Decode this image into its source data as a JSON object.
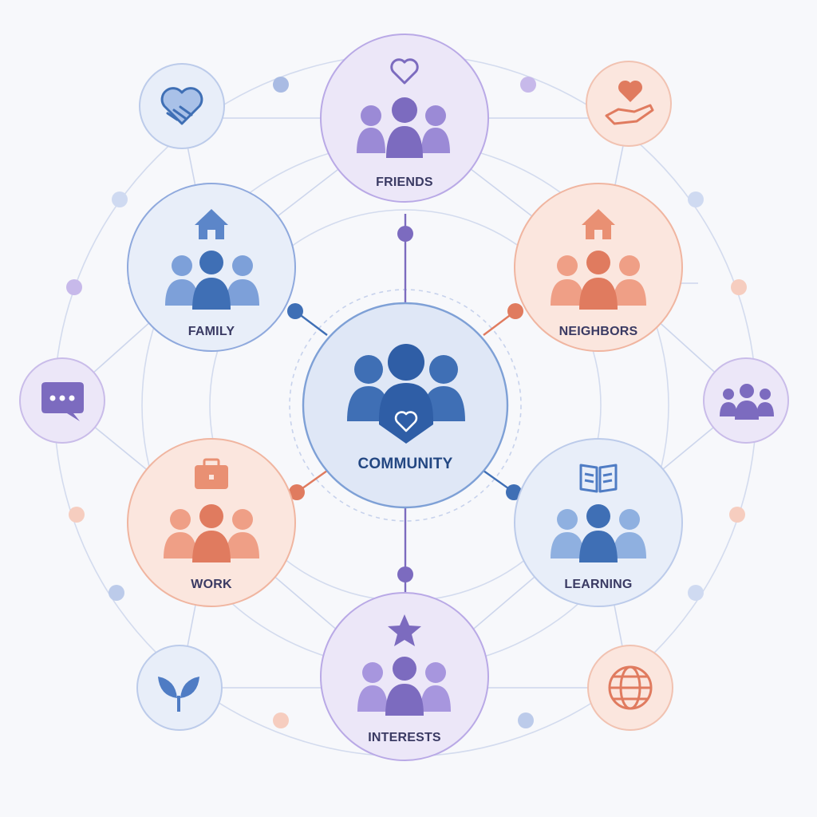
{
  "diagram": {
    "center": {
      "label": "COMMUNITY",
      "icon": "community-people-heart-icon"
    },
    "groups": [
      {
        "key": "friends",
        "label": "FRIENDS",
        "icon": "heart-outline-icon",
        "color": "#7c6bbf"
      },
      {
        "key": "family",
        "label": "FAMILY",
        "icon": "house-icon",
        "color": "#3f6fb5"
      },
      {
        "key": "neighbors",
        "label": "NEIGHBORS",
        "icon": "house-icon",
        "color": "#e07b5f"
      },
      {
        "key": "work",
        "label": "WORK",
        "icon": "briefcase-icon",
        "color": "#e07b5f"
      },
      {
        "key": "learning",
        "label": "LEARNING",
        "icon": "open-book-icon",
        "color": "#3f6fb5"
      },
      {
        "key": "interests",
        "label": "INTERESTS",
        "icon": "star-icon",
        "color": "#7c6bbf"
      }
    ],
    "satellites": [
      {
        "key": "support",
        "icon": "handshake-heart-icon"
      },
      {
        "key": "care",
        "icon": "hand-heart-icon"
      },
      {
        "key": "chat",
        "icon": "chat-bubble-icon"
      },
      {
        "key": "group",
        "icon": "group-people-icon"
      },
      {
        "key": "growth",
        "icon": "sprout-icon"
      },
      {
        "key": "global",
        "icon": "globe-icon"
      }
    ],
    "colors": {
      "blue": "#3f6fb5",
      "purple": "#7c6bbf",
      "coral": "#e07b5f",
      "line": "#c9d3ea",
      "background": "#f7f8fb"
    }
  }
}
